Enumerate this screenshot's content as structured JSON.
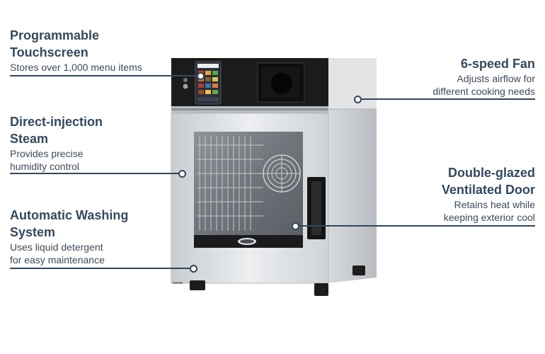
{
  "features": [
    {
      "id": "touchscreen",
      "title": "Programmable\nTouchscreen",
      "desc": "Stores over 1,000 menu items"
    },
    {
      "id": "steam",
      "title": "Direct-injection\nSteam",
      "desc": "Provides precise\nhumidity control"
    },
    {
      "id": "washing",
      "title": "Automatic Washing\nSystem",
      "desc": "Uses liquid detergent\nfor easy maintenance"
    },
    {
      "id": "fan",
      "title": "6-speed Fan",
      "desc": "Adjusts airflow for\ndifferent cooking needs"
    },
    {
      "id": "door",
      "title": "Double-glazed\nVentilated Door",
      "desc": "Retains heat while\nkeeping exterior cool"
    }
  ],
  "colors": {
    "title": "#34495e",
    "text": "#3d4b5a",
    "leader": "#33475b",
    "steel": "#dcdfe2",
    "panel": "#1b1b1b"
  },
  "icons": {
    "product": "combi-oven-image",
    "callout_marker": "callout-dot-icon"
  }
}
